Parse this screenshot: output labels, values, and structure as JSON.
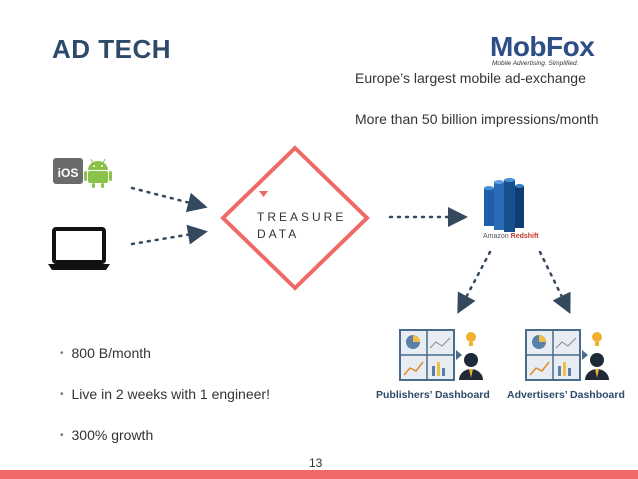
{
  "slide": {
    "title": "AD TECH",
    "page_number": "13"
  },
  "logo": {
    "name": "MobFox",
    "tagline": "Mobile Advertising. Simplified."
  },
  "facts": [
    "Europe’s largest mobile ad-exchange",
    "More than 50 billion impressions/month"
  ],
  "sources": {
    "ios_label": "iOS"
  },
  "treasure_data": {
    "line1": "TREASURE",
    "line2": "DATA"
  },
  "redshift": {
    "prefix": "Amazon",
    "name": "Redshift"
  },
  "dashboards": {
    "publishers": "Publishers’ Dashboard",
    "advertisers": "Advertisers’ Dashboard"
  },
  "bullets": [
    "800 B/month",
    "Live in 2 weeks with 1 engineer!",
    "300% growth"
  ],
  "colors": {
    "title": "#2e4a6b",
    "accent": "#ef6a66",
    "brand": "#2d4f86"
  }
}
